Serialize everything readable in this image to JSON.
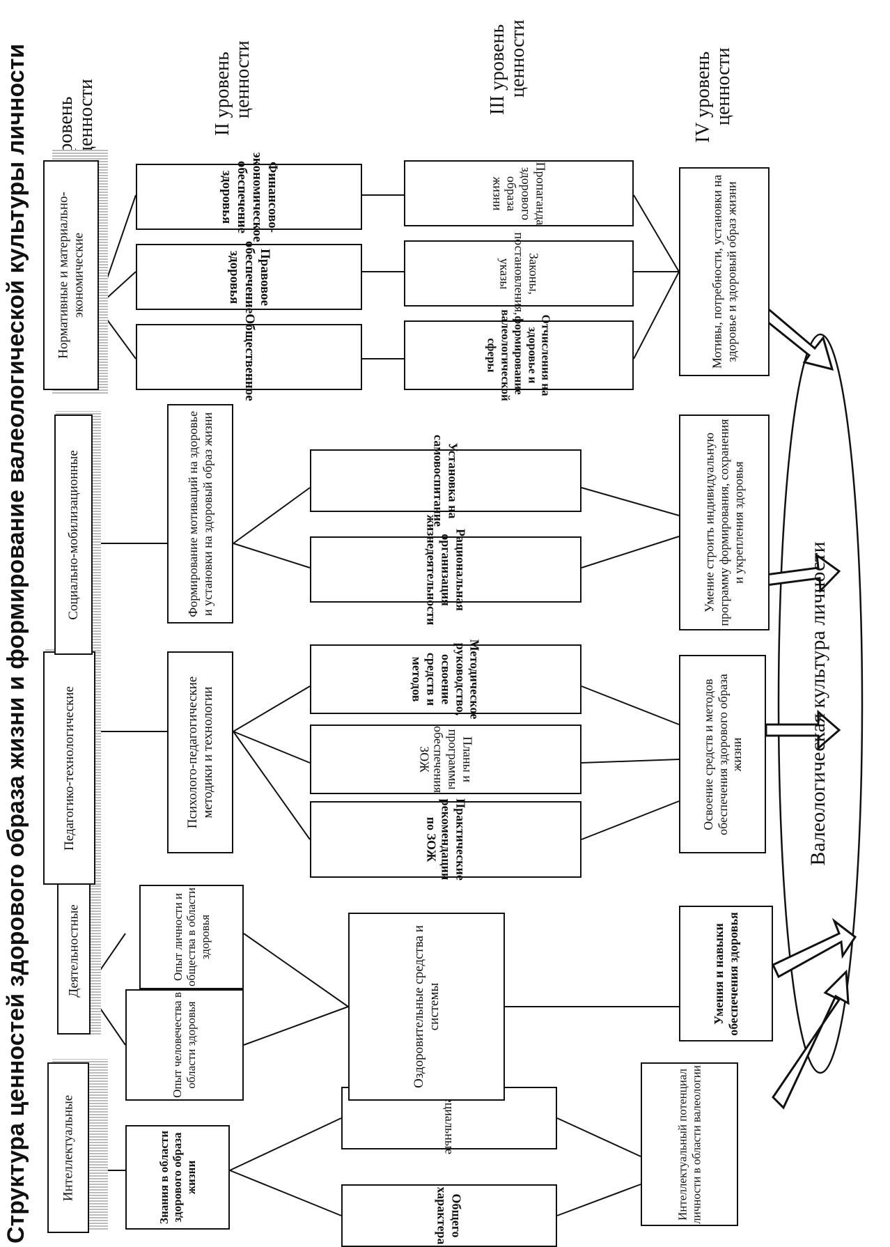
{
  "title": "Структура ценностей здорового образа жизни и формирование валеологической культуры личности",
  "levels": {
    "l1_a": "I уровень",
    "l1_b": "ценности",
    "l2_a": "II уровень",
    "l2_b": "ценности",
    "l3_a": "III уровень",
    "l3_b": "ценности",
    "l4_a": "IV уровень",
    "l4_b": "ценности"
  },
  "categories": {
    "intellectual": "Интеллектуальные",
    "activity": "Деятельностные",
    "pedagogical": "Педагогико-технологические",
    "social": "Социально-мобилизационные",
    "normative": "Нормативные и материально-экономические"
  },
  "level2": {
    "knowledge": "Знания в области здорового образа жизни",
    "humanity_exp": "Опыт человечества в области здоровья",
    "personal_exp": "Опыт личности и общества в области здоровья",
    "psycho_ped": "Психолого-педагогические методики и технологии",
    "motivation": "Формирование мотиваций на здоровье и установки на здоровый образ жизни",
    "social": "Общественное",
    "legal": "Правовое обеспечение здоровья",
    "financial": "Финансово-экономическое обеспечение здоровья"
  },
  "level3": {
    "general": "Общего характера",
    "special": "Специальные",
    "health_means": "Оздоровительные средства и системы",
    "practical": "Практические рекомендации по ЗОЖ",
    "plans": "Планы и программы обеспечения ЗОЖ",
    "methodical": "Методическое руководство, освоение средств и методов",
    "rational": "Рациональная организация жизнедеятельности",
    "self_education": "Установка на самовоспитание",
    "deductions": "Отчисления на здоровье и формирование валеологической сферы",
    "laws": "Законы, постановления, указы",
    "propaganda": "Пропаганда здорового образа жизни"
  },
  "level4": {
    "intellectual_potential": "Интеллектуальный потенциал личности в области валеологии",
    "skills": "Умения и навыки обеспечения здоровья",
    "mastering": "Освоение средств и методов обеспечения здорового образа жизни",
    "ability": "Умение строить индивидуальную программу формирования, сохранения и укрепления здоровья",
    "motives": "Мотивы, потребности, установки на здоровье и здоровый образ жизни"
  },
  "result": "Валеологическая культура личности"
}
